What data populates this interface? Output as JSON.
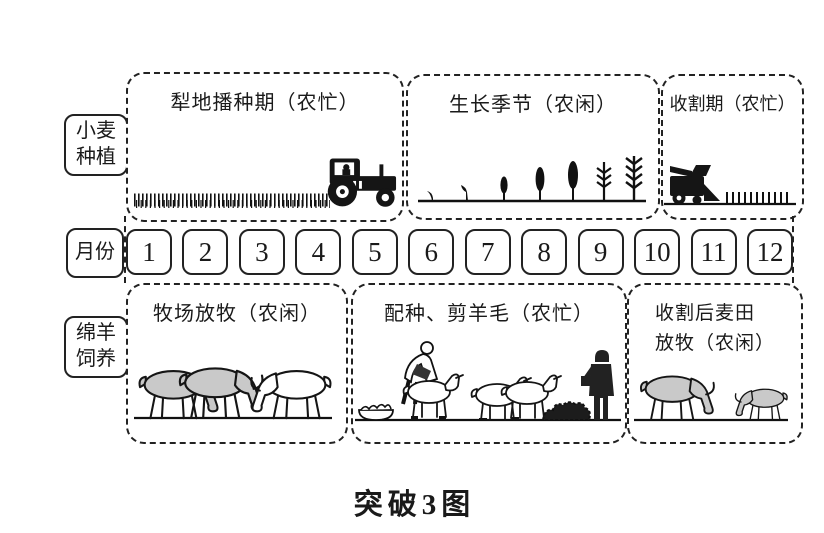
{
  "colors": {
    "ink": "#1a1a1a",
    "sheep_gray": "#c9c9c9",
    "background": "#ffffff"
  },
  "caption": "突破3图",
  "left_labels": {
    "wheat": {
      "line1": "小麦",
      "line2": "种植"
    },
    "month": "月份",
    "sheep": {
      "line1": "绵羊",
      "line2": "饲养"
    }
  },
  "months": [
    "1",
    "2",
    "3",
    "4",
    "5",
    "6",
    "7",
    "8",
    "9",
    "10",
    "11",
    "12"
  ],
  "wheat_phases": [
    {
      "label": "犁地播种期（农忙）",
      "icon": "tractor-plowing-icon",
      "month_span": "1-5"
    },
    {
      "label": "生长季节（农闲）",
      "icon": "wheat-growth-stages-icon",
      "month_span": "5-9"
    },
    {
      "label": "收割期（农忙）",
      "icon": "combine-harvester-icon",
      "month_span": "10-12"
    }
  ],
  "sheep_phases": [
    {
      "label": "牧场放牧（农闲）",
      "icon": "grazing-sheep-flock-icon",
      "month_span": "1-4"
    },
    {
      "label": "配种、剪羊毛（农忙）",
      "icon": "sheep-shearing-scene-icon",
      "month_span": "4-10"
    },
    {
      "label": "收割后麦田放牧（农闲）",
      "label_line1": "收割后麦田",
      "label_line2": "放牧（农闲）",
      "icon": "post-harvest-grazing-icon",
      "month_span": "10-12"
    }
  ]
}
